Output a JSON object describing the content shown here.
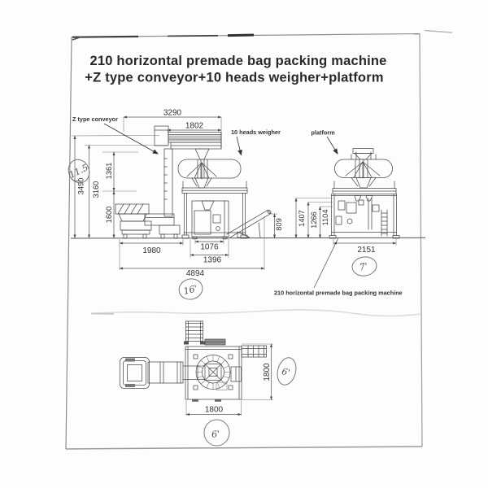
{
  "page": {
    "title_line1": "210 horizontal premade bag packing machine",
    "title_line2": "+Z type conveyor+10 heads weigher+platform"
  },
  "side_view": {
    "label_z_conveyor": "Z type conveyor",
    "label_weigher": "10 heads weigher",
    "dims": {
      "top_width": "3290",
      "conveyor_width": "1802",
      "total_height": "3490",
      "conveyor_height": "3160",
      "upper_height": "1361",
      "lower_height": "1600",
      "feeder_width": "1980",
      "machine_width": "1076",
      "machine_frame_width": "1396",
      "overall_length": "4894",
      "outfeed_height": "809"
    },
    "handwritten_height_ft": "11.5",
    "handwritten_length_ft": "16'"
  },
  "front_view": {
    "label_platform": "platform",
    "label_machine": "210 horizontal premade bag packing machine",
    "dims": {
      "height_outer": "1407",
      "height_mid": "1266",
      "height_inner": "1104",
      "width": "2151"
    },
    "handwritten_width_ft": "7'"
  },
  "plan_view": {
    "dims": {
      "depth": "1800",
      "width": "1800"
    },
    "handwritten_depth_ft": "6'",
    "handwritten_width_ft": "6'"
  }
}
